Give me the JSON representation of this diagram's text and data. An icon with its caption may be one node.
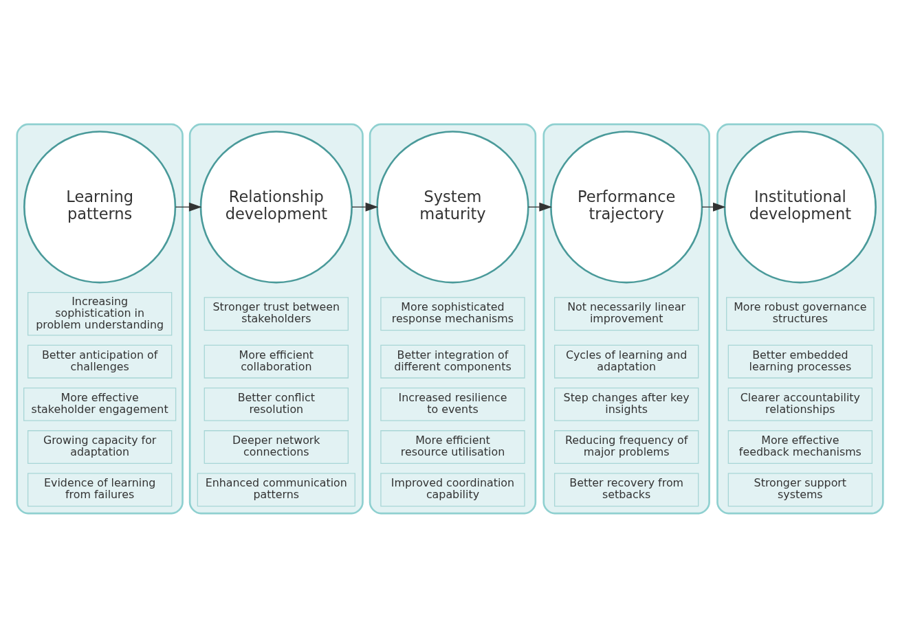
{
  "diagram": {
    "nodes": [
      {
        "text": [],
        "shape": "box"
      },
      {
        "text": [
          "Learning patterns"
        ],
        "in": 0
      },
      {
        "text": [
          "Increasing sophistication in problem understanding"
        ],
        "in": 0
      },
      {
        "text": [
          "Better anticipation of challenges"
        ],
        "in": 0
      },
      {
        "text": [
          "More effective stakeholder engagement"
        ],
        "in": 0
      },
      {
        "text": [
          "Growing capacity for adaptation"
        ],
        "in": 0
      },
      {
        "text": [
          "Evidence of learning from failures"
        ],
        "in": 0
      },
      {
        "text": [],
        "shape": "box"
      },
      {
        "text": [
          "Relationship development"
        ],
        "in": 7
      },
      {
        "text": [
          "Stronger trust between stakeholders"
        ],
        "in": 7
      },
      {
        "text": [
          "More efficient collaboration"
        ],
        "in": 7
      },
      {
        "text": [
          "Better conflict resolution"
        ],
        "in": 7
      },
      {
        "text": [
          "Deeper network connections"
        ],
        "in": 7
      },
      {
        "text": [
          "Enhanced communication patterns"
        ],
        "in": 7
      },
      {
        "text": [],
        "shape": "box"
      },
      {
        "text": [
          "System maturity"
        ],
        "in": 14
      },
      {
        "text": [
          "More sophisticated response mechanisms"
        ],
        "in": 14
      },
      {
        "text": [
          "Better integration of different components"
        ],
        "in": 14
      },
      {
        "text": [
          "Increased resilience to events"
        ],
        "in": 14
      },
      {
        "text": [
          "More efficient resource utilisation"
        ],
        "in": 14
      },
      {
        "text": [
          "Improved coordination capability"
        ],
        "in": 14
      },
      {
        "text": [],
        "shape": "box"
      },
      {
        "text": [
          "Performance trajectory"
        ],
        "in": 21
      },
      {
        "text": [
          "Not necessarily linear improvement"
        ],
        "in": 21
      },
      {
        "text": [
          "Cycles of learning and adaptation"
        ],
        "in": 21
      },
      {
        "text": [
          "Step changes after key insights"
        ],
        "in": 21
      },
      {
        "text": [
          "Reducing frequency of major problems"
        ],
        "in": 21
      },
      {
        "text": [
          "Better recovery from setbacks"
        ],
        "in": 21
      },
      {
        "text": [],
        "shape": "box"
      },
      {
        "text": [
          "Institutional development"
        ],
        "in": 28
      },
      {
        "text": [
          "More robust governance structures"
        ],
        "in": 28
      },
      {
        "text": [
          "Better embedded learning processes"
        ],
        "in": 28
      },
      {
        "text": [
          "Clearer accountability relationships"
        ],
        "in": 28
      },
      {
        "text": [
          "More effective feedback mechanisms"
        ],
        "in": 28
      },
      {
        "text": [
          "Stronger support systems"
        ],
        "in": 28
      }
    ],
    "edges": [
      {
        "from": 1,
        "to": 8,
        "arrow": "to"
      },
      {
        "from": 8,
        "to": 15,
        "arrow": "to"
      },
      {
        "from": 15,
        "to": 22,
        "arrow": "to"
      },
      {
        "from": 22,
        "to": 29,
        "arrow": "to"
      }
    ]
  }
}
